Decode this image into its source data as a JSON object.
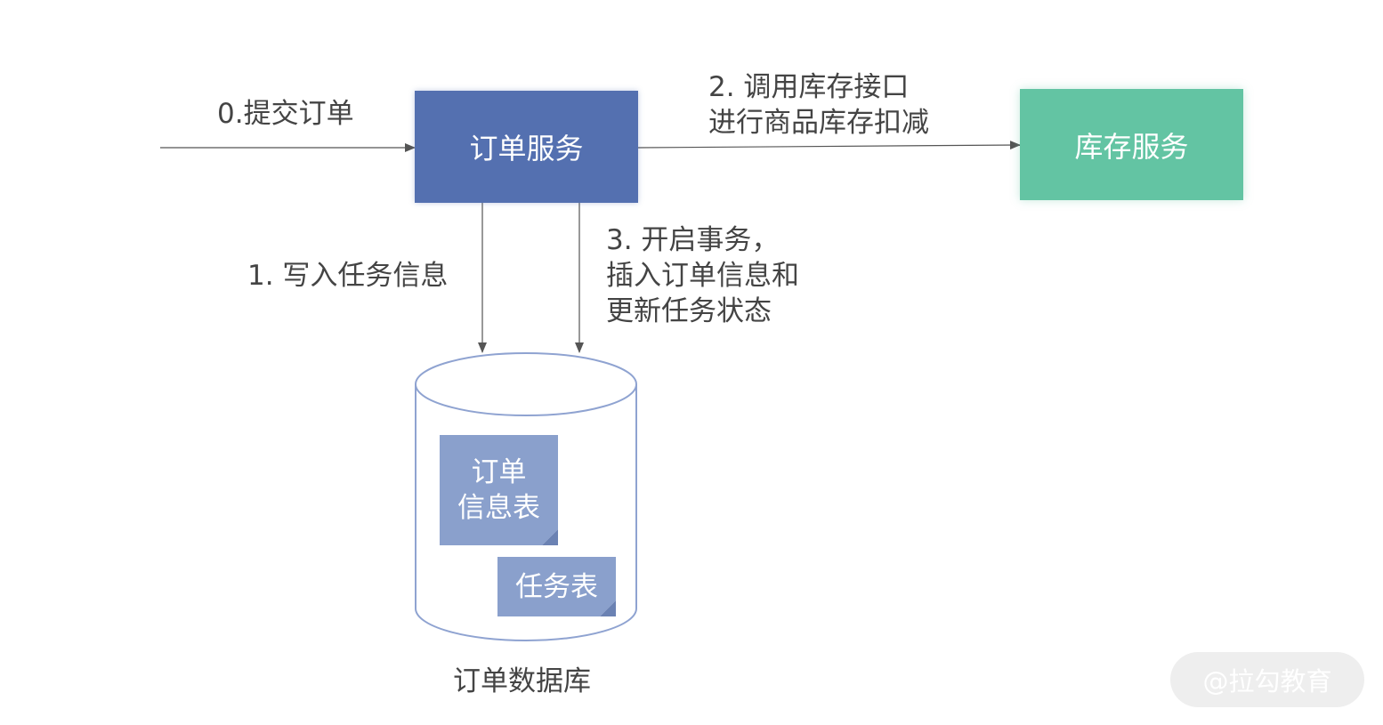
{
  "nodes": {
    "order_service": "订单服务",
    "inventory_service": "库存服务",
    "database": "订单数据库",
    "order_info_table": [
      "订单",
      "信息表"
    ],
    "task_table": "任务表"
  },
  "edges": {
    "submit_order": "0.提交订单",
    "call_inventory": [
      "2. 调用库存接口",
      "进行商品库存扣减"
    ],
    "write_task": "1. 写入任务信息",
    "transaction": [
      "3. 开启事务，",
      "插入订单信息和",
      "更新任务状态"
    ]
  },
  "watermark": "@拉勾教育",
  "colors": {
    "order_service": "#5470b0",
    "inventory_service": "#63c4a3",
    "table_note": "#8aa0cc",
    "arrow": "#555555",
    "cylinder_stroke": "#8fa3d1"
  }
}
